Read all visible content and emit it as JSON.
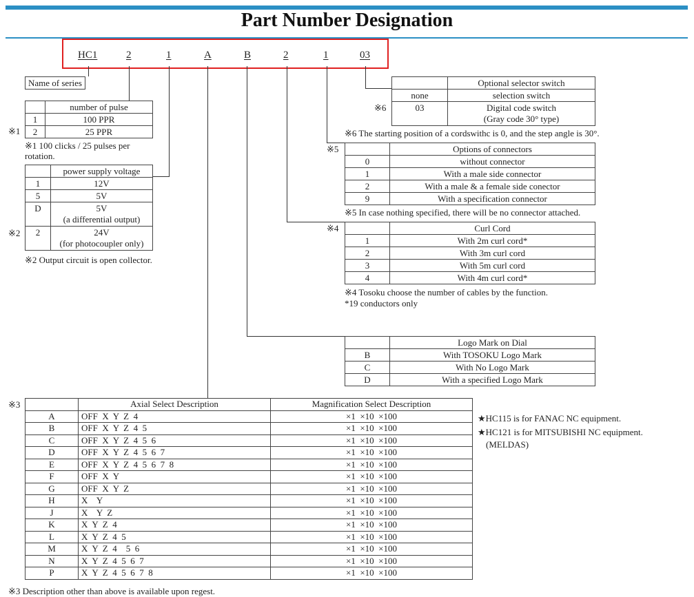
{
  "title": "Part Number Designation",
  "code_parts": [
    "HC1",
    "2",
    "1",
    "A",
    "B",
    "2",
    "1",
    "03"
  ],
  "series_label": "Name of series",
  "pulse": {
    "mark": "※1",
    "header": "number of pulse",
    "rows": [
      [
        "1",
        "100 PPR"
      ],
      [
        "2",
        "25 PPR"
      ]
    ],
    "note_line1": "※1 100 clicks / 25 pulses per",
    "note_line2": "rotation."
  },
  "voltage": {
    "mark": "※2",
    "header": "power supply voltage",
    "rows": [
      {
        "code": "1",
        "v1": "12V",
        "v2": ""
      },
      {
        "code": "5",
        "v1": "5V",
        "v2": ""
      },
      {
        "code": "D",
        "v1": "5V",
        "v2": "(a differential output)"
      },
      {
        "code": "2",
        "v1": "24V",
        "v2": "(for photocoupler only)"
      }
    ],
    "note": "※2 Output circuit is open collector."
  },
  "selector": {
    "mark": "※6",
    "header": "Optional selector switch",
    "rows": [
      {
        "code": "none",
        "desc": "selection switch",
        "desc2": ""
      },
      {
        "code": "03",
        "desc": "Digital code switch",
        "desc2": "(Gray code 30° type)"
      }
    ],
    "note": "※6 The starting position of a cordswithc is 0, and the step angle is 30°."
  },
  "connectors": {
    "mark": "※5",
    "header": "Options of connectors",
    "rows": [
      [
        "0",
        "without connector"
      ],
      [
        "1",
        "With a male side connector"
      ],
      [
        "2",
        "With a male & a female side conector"
      ],
      [
        "9",
        "With a specification connector"
      ]
    ],
    "note": "※5 In case nothing specified, there will be no connector attached."
  },
  "curl": {
    "mark": "※4",
    "header": "Curl Cord",
    "rows": [
      [
        "1",
        "With 2m curl cord*"
      ],
      [
        "2",
        "With 3m curl cord"
      ],
      [
        "3",
        "With 5m curl cord"
      ],
      [
        "4",
        "With 4m curl cord*"
      ]
    ],
    "note1": "※4 Tosoku choose the number of cables by the function.",
    "note2": "*19 conductors only"
  },
  "logo": {
    "header": "Logo Mark on Dial",
    "rows": [
      [
        "B",
        "With TOSOKU Logo Mark"
      ],
      [
        "C",
        "With No Logo Mark"
      ],
      [
        "D",
        "With a specified Logo Mark"
      ]
    ]
  },
  "axial": {
    "mark": "※3",
    "header_axial": "Axial Select Description",
    "header_mag": "Magnification Select Description",
    "rows": [
      [
        "A",
        "OFF  X  Y  Z  4",
        "×1  ×10  ×100"
      ],
      [
        "B",
        "OFF  X  Y  Z  4  5",
        "×1  ×10  ×100"
      ],
      [
        "C",
        "OFF  X  Y  Z  4  5  6",
        "×1  ×10  ×100"
      ],
      [
        "D",
        "OFF  X  Y  Z  4  5  6  7",
        "×1  ×10  ×100"
      ],
      [
        "E",
        "OFF  X  Y  Z  4  5  6  7  8",
        "×1  ×10  ×100"
      ],
      [
        "F",
        "OFF  X  Y",
        "×1  ×10  ×100"
      ],
      [
        "G",
        "OFF  X  Y  Z",
        "×1  ×10  ×100"
      ],
      [
        "H",
        "X    Y",
        "×1  ×10  ×100"
      ],
      [
        "J",
        "X    Y  Z",
        "×1  ×10  ×100"
      ],
      [
        "K",
        "X  Y  Z  4",
        "×1  ×10  ×100"
      ],
      [
        "L",
        "X  Y  Z  4  5",
        "×1  ×10  ×100"
      ],
      [
        "M",
        "X  Y  Z  4    5  6",
        "×1  ×10  ×100"
      ],
      [
        "N",
        "X  Y  Z  4  5  6  7",
        "×1  ×10  ×100"
      ],
      [
        "P",
        "X  Y  Z  4  5  6  7  8",
        "×1  ×10  ×100"
      ]
    ],
    "note": "※3 Description other than above is available upon regest."
  },
  "star_notes": [
    "★HC115 is for FANAC NC equipment.",
    "★HC121 is for MITSUBISHI NC equipment.",
    "(MELDAS)"
  ]
}
